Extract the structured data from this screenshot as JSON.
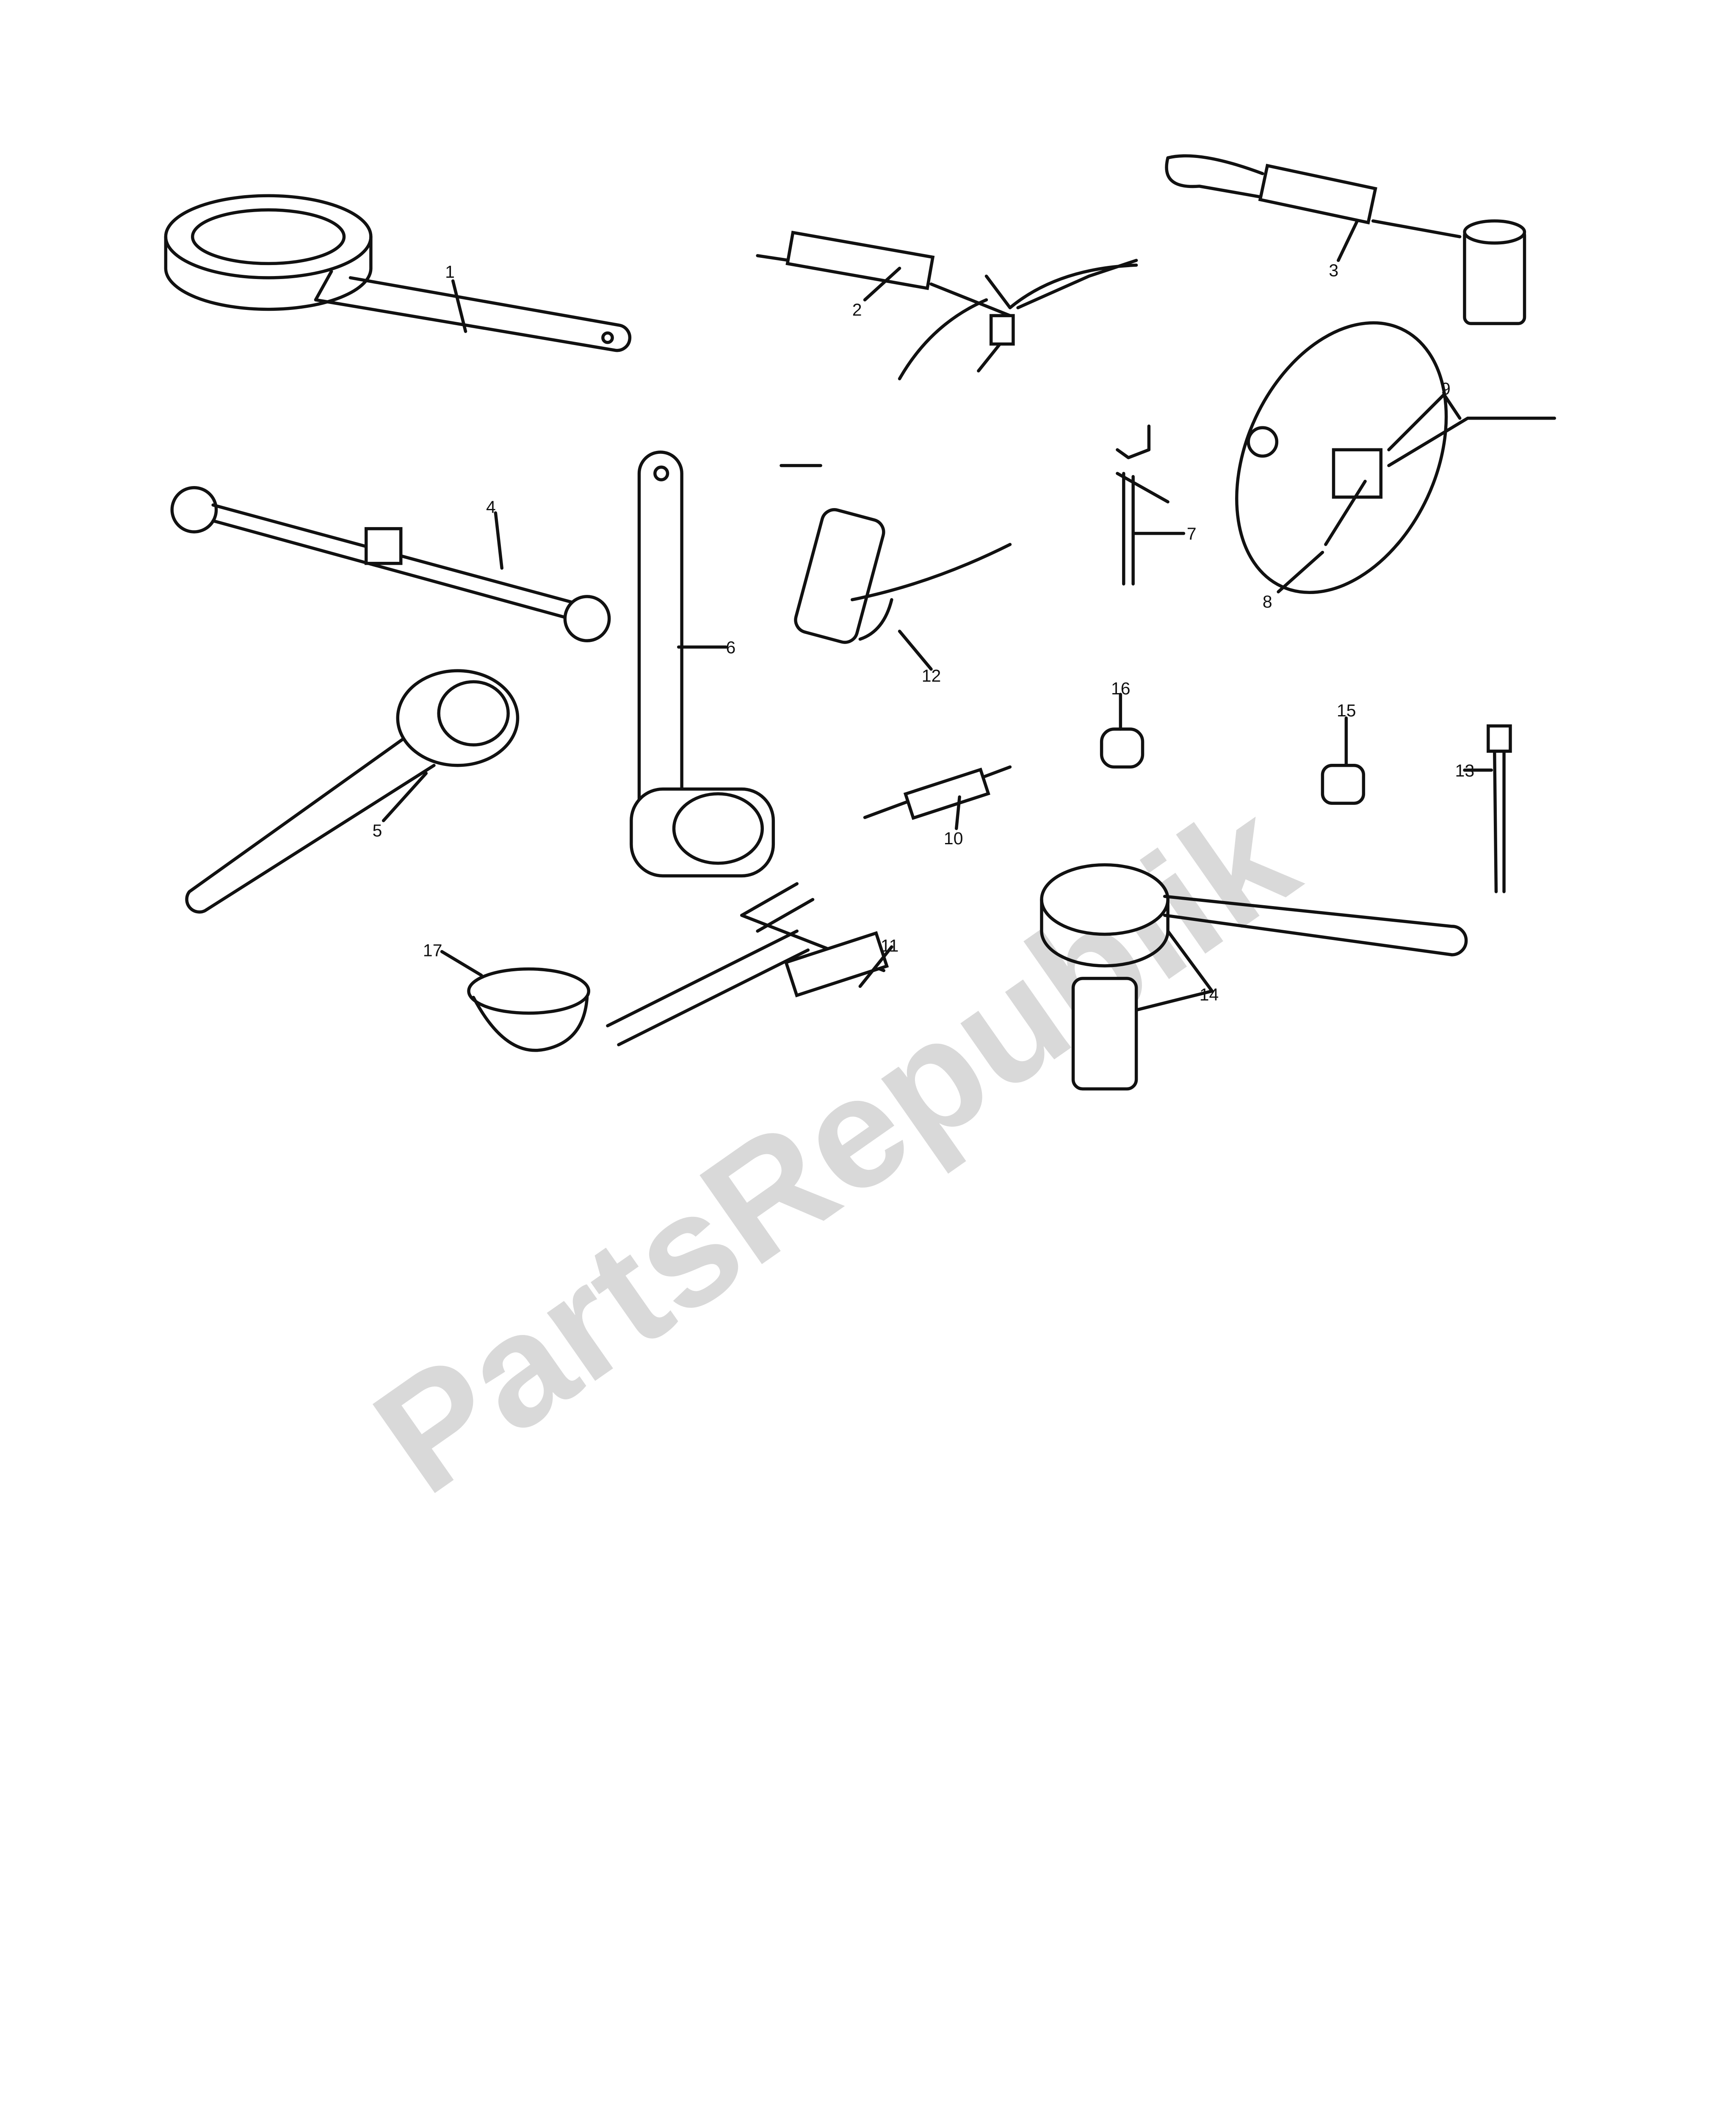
{
  "watermark": "PartsRepublik",
  "colors": {
    "line": "#111111",
    "background": "#ffffff",
    "watermark": "#d9d9d9"
  },
  "parts": [
    {
      "id": "1",
      "label": "1"
    },
    {
      "id": "2",
      "label": "2"
    },
    {
      "id": "3",
      "label": "3"
    },
    {
      "id": "4",
      "label": "4"
    },
    {
      "id": "5",
      "label": "5"
    },
    {
      "id": "6",
      "label": "6"
    },
    {
      "id": "7",
      "label": "7"
    },
    {
      "id": "8",
      "label": "8"
    },
    {
      "id": "9",
      "label": "9"
    },
    {
      "id": "10",
      "label": "10"
    },
    {
      "id": "11",
      "label": "11"
    },
    {
      "id": "12",
      "label": "12"
    },
    {
      "id": "13",
      "label": "13"
    },
    {
      "id": "14",
      "label": "14"
    },
    {
      "id": "15",
      "label": "15"
    },
    {
      "id": "16",
      "label": "16"
    },
    {
      "id": "17",
      "label": "17"
    }
  ]
}
